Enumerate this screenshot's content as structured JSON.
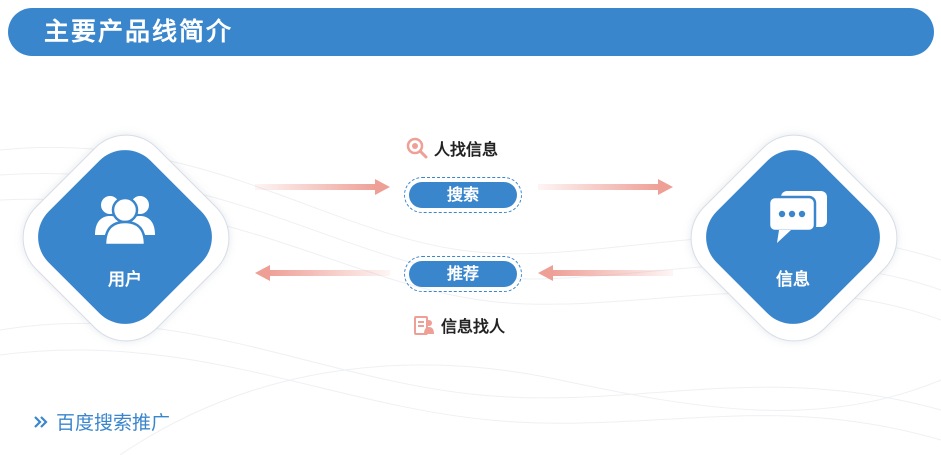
{
  "header": {
    "title": "主要产品线简介"
  },
  "nodes": {
    "user": {
      "label": "用户",
      "icon": "users-icon"
    },
    "info": {
      "label": "信息",
      "icon": "chat-bubbles-icon"
    }
  },
  "flows": {
    "search": {
      "button_label": "搜索",
      "caption": "人找信息",
      "caption_icon": "search-magnifier-icon"
    },
    "recommend": {
      "button_label": "推荐",
      "caption": "信息找人",
      "caption_icon": "document-person-icon"
    }
  },
  "footer": {
    "link_label": "百度搜索推广",
    "icon": "double-chevron-right-icon"
  },
  "colors": {
    "primary": "#3a86cc",
    "arrow": "#ee9f96",
    "text": "#222222"
  }
}
